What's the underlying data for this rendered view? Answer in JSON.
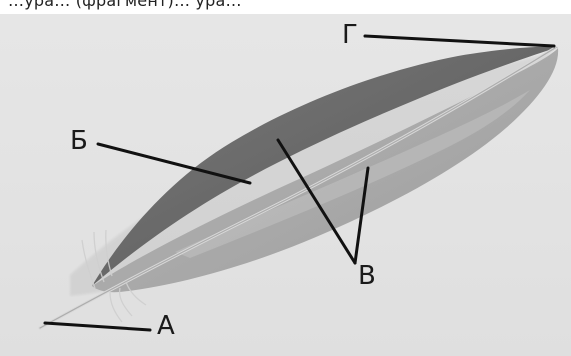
{
  "header_cut_text": "…ура… (фрагмент)… ура…",
  "labels": {
    "a": "А",
    "b": "Б",
    "v": "В",
    "g": "Г"
  }
}
